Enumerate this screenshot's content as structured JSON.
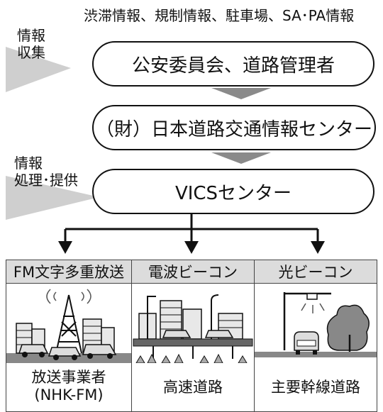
{
  "top_caption": "渋滞情報、規制情報、駐車場、SA･PA情報",
  "phase_collect": "情報\n収集",
  "phase_process": "情報\n処理･提供",
  "stages": [
    {
      "label": "公安委員会、道路管理者"
    },
    {
      "label": "（財）日本道路交通情報センター"
    },
    {
      "label": "VICSセンター"
    }
  ],
  "channels": [
    {
      "header": "FM文字多重放送",
      "caption": "放送事業者\n(NHK-FM)",
      "icon": "fm-broadcast-tower-city-icon"
    },
    {
      "header": "電波ビーコン",
      "caption": "高速道路",
      "icon": "expressway-radio-beacon-icon"
    },
    {
      "header": "光ビーコン",
      "caption": "主要幹線道路",
      "icon": "arterial-road-optical-beacon-icon"
    }
  ],
  "colors": {
    "phase_arrow": "#cfcfcf",
    "connector": "#8a8a8a",
    "header_bg": "#dcdcdc",
    "line": "#111111"
  }
}
